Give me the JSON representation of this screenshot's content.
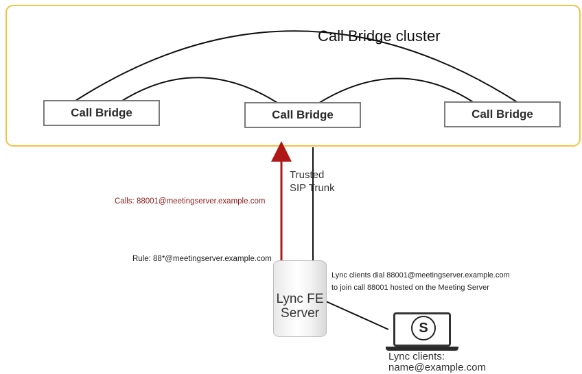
{
  "cluster": {
    "title": "Call Bridge cluster"
  },
  "call_bridges": [
    {
      "label": "Call Bridge"
    },
    {
      "label": "Call Bridge"
    },
    {
      "label": "Call Bridge"
    }
  ],
  "trunk": {
    "label": "Trusted\nSIP Trunk"
  },
  "calls_label": "Calls:  88001@meetingserver.example.com",
  "rule_label": "Rule:  88*@meetingserver.example.com",
  "dial_text": {
    "line1": "Lync clients dial 88001@meetingserver.example.com",
    "line2": "to join call 88001 hosted on the Meeting Server"
  },
  "server": {
    "label": "Lync FE\nServer"
  },
  "clients": {
    "label": "Lync clients:\nname@example.com",
    "icon": "skype-icon"
  },
  "colors": {
    "cluster_border": "#f5c242",
    "calls_arrow": "#b01818",
    "lines": "#111111",
    "box_border": "#7a7a7a"
  }
}
